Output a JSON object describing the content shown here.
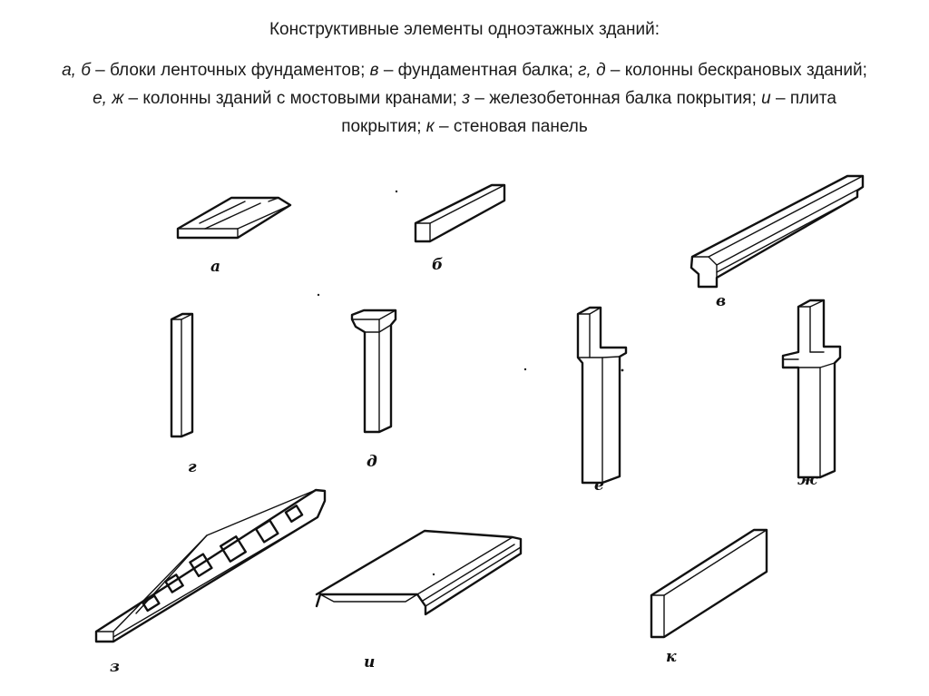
{
  "header": {
    "title": "Конструктивные элементы одноэтажных зданий:",
    "caption_parts": [
      {
        "italic": true,
        "text": "а, б"
      },
      {
        "italic": false,
        "text": " – блоки ленточных фундаментов; "
      },
      {
        "italic": true,
        "text": "в"
      },
      {
        "italic": false,
        "text": " – фундаментная балка; "
      },
      {
        "italic": true,
        "text": "г, д"
      },
      {
        "italic": false,
        "text": " – колонны бескрановых зданий; "
      },
      {
        "italic": true,
        "text": "е, ж"
      },
      {
        "italic": false,
        "text": " – колонны зданий с мостовыми кранами; "
      },
      {
        "italic": true,
        "text": "з"
      },
      {
        "italic": false,
        "text": " – железобетонная балка покрытия; "
      },
      {
        "italic": true,
        "text": "и"
      },
      {
        "italic": false,
        "text": " – плита покрытия; "
      },
      {
        "italic": true,
        "text": "к"
      },
      {
        "italic": false,
        "text": " – стеновая панель"
      }
    ]
  },
  "figure": {
    "labels": {
      "a": "а",
      "b": "б",
      "v": "в",
      "g": "г",
      "d": "д",
      "e": "е",
      "zh": "ж",
      "z": "з",
      "i": "и",
      "k": "к"
    }
  }
}
